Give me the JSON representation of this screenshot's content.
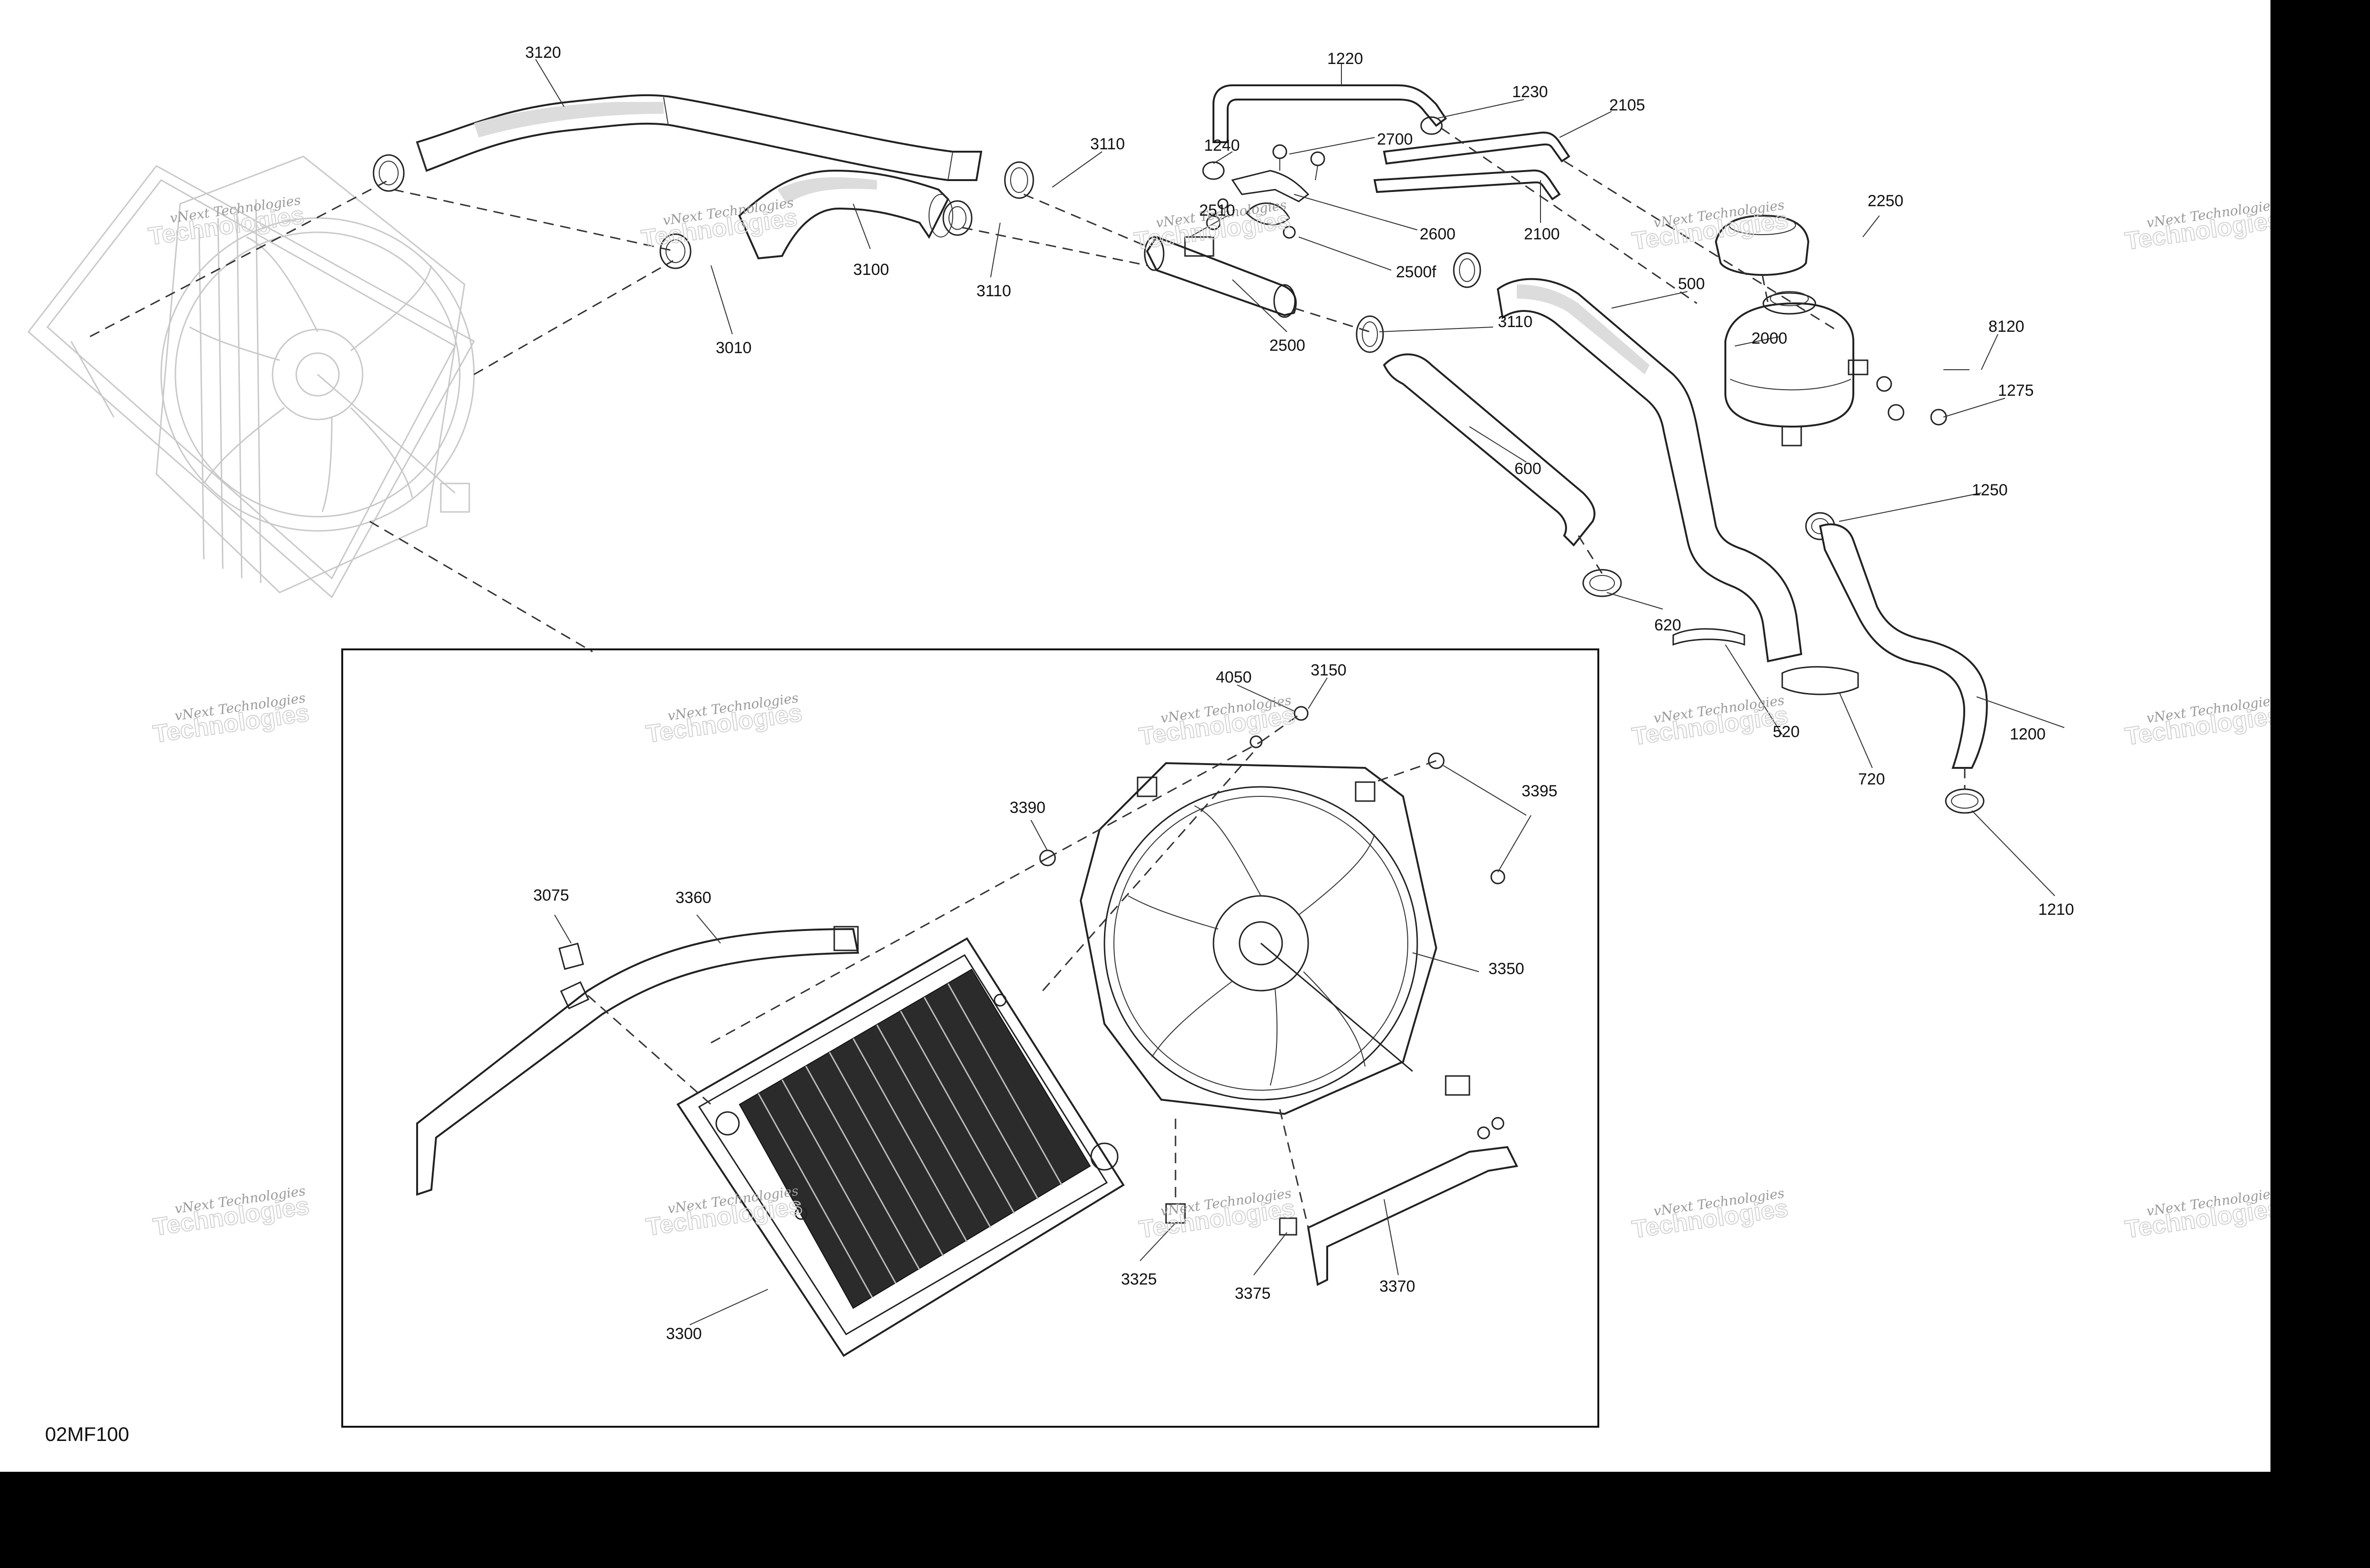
{
  "diagram_code": "02MF100",
  "watermark": {
    "line1": "vNext Technologies",
    "line2": "Technologies"
  },
  "callouts": {
    "c3120": "3120",
    "c3100": "3100",
    "c3010": "3010",
    "c3110a": "3110",
    "c3110b": "3110",
    "c3110c": "3110",
    "c1220": "1220",
    "c1230": "1230",
    "c1240": "1240",
    "c2700": "2700",
    "c2105": "2105",
    "c2510": "2510",
    "c2600": "2600",
    "c2100": "2100",
    "c2500f": "2500f",
    "c2500": "2500",
    "c2250": "2250",
    "c2000": "2000",
    "c500": "500",
    "c8120": "8120",
    "c1275": "1275",
    "c600": "600",
    "c1250": "1250",
    "c620": "620",
    "c520": "520",
    "c720": "720",
    "c1200": "1200",
    "c1210": "1210",
    "c4050": "4050",
    "c3150": "3150",
    "c3390": "3390",
    "c3395": "3395",
    "c3075": "3075",
    "c3360": "3360",
    "c3350": "3350",
    "c3325": "3325",
    "c3375": "3375",
    "c3370": "3370",
    "c3300": "3300"
  }
}
